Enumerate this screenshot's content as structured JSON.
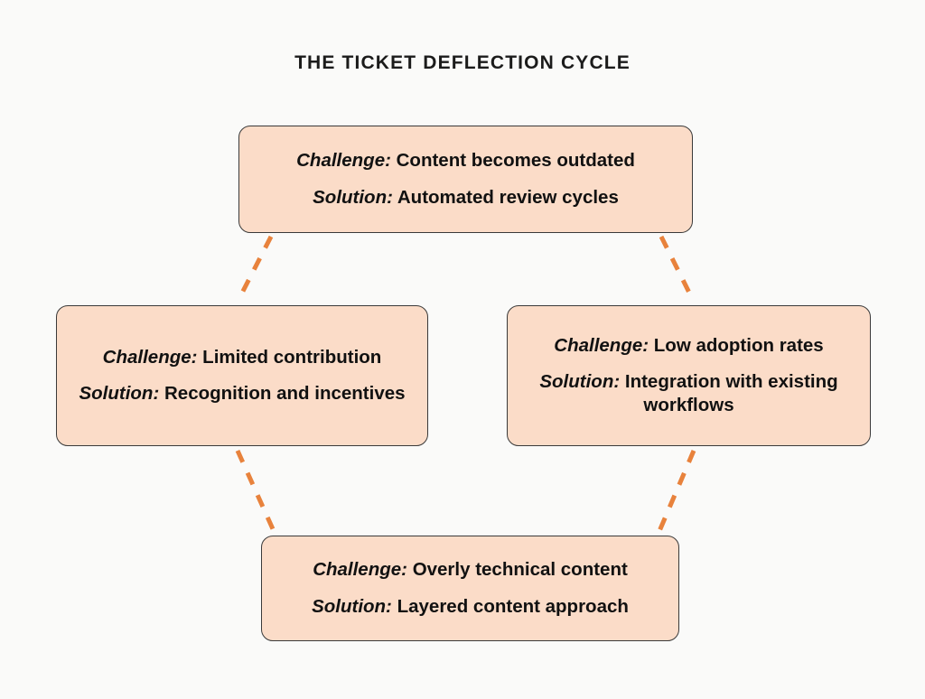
{
  "page": {
    "title": "THE TICKET DEFLECTION CYCLE",
    "background_color": "#FAFAF9",
    "box_fill_color": "#FBDCC8",
    "box_border_color": "#3A3A3A",
    "connector_color": "#E8823C",
    "text_color": "#111111"
  },
  "labels": {
    "challenge": "Challenge:",
    "solution": "Solution:"
  },
  "nodes": [
    {
      "id": "content-outdated",
      "position": "top",
      "challenge": "Content becomes outdated",
      "solution": "Automated review cycles"
    },
    {
      "id": "limited-contribution",
      "position": "left",
      "challenge": "Limited contribution",
      "solution": "Recognition and incentives"
    },
    {
      "id": "low-adoption",
      "position": "right",
      "challenge": "Low adoption rates",
      "solution": "Integration with existing workflows"
    },
    {
      "id": "overly-technical",
      "position": "bottom",
      "challenge": "Overly technical content",
      "solution": "Layered content approach"
    }
  ],
  "connectors": [
    {
      "id": "top-to-left",
      "from": "content-outdated",
      "to": "limited-contribution",
      "style": "dashed"
    },
    {
      "id": "top-to-right",
      "from": "content-outdated",
      "to": "low-adoption",
      "style": "dashed"
    },
    {
      "id": "left-to-bottom",
      "from": "limited-contribution",
      "to": "overly-technical",
      "style": "dashed"
    },
    {
      "id": "right-to-bottom",
      "from": "low-adoption",
      "to": "overly-technical",
      "style": "dashed"
    }
  ]
}
